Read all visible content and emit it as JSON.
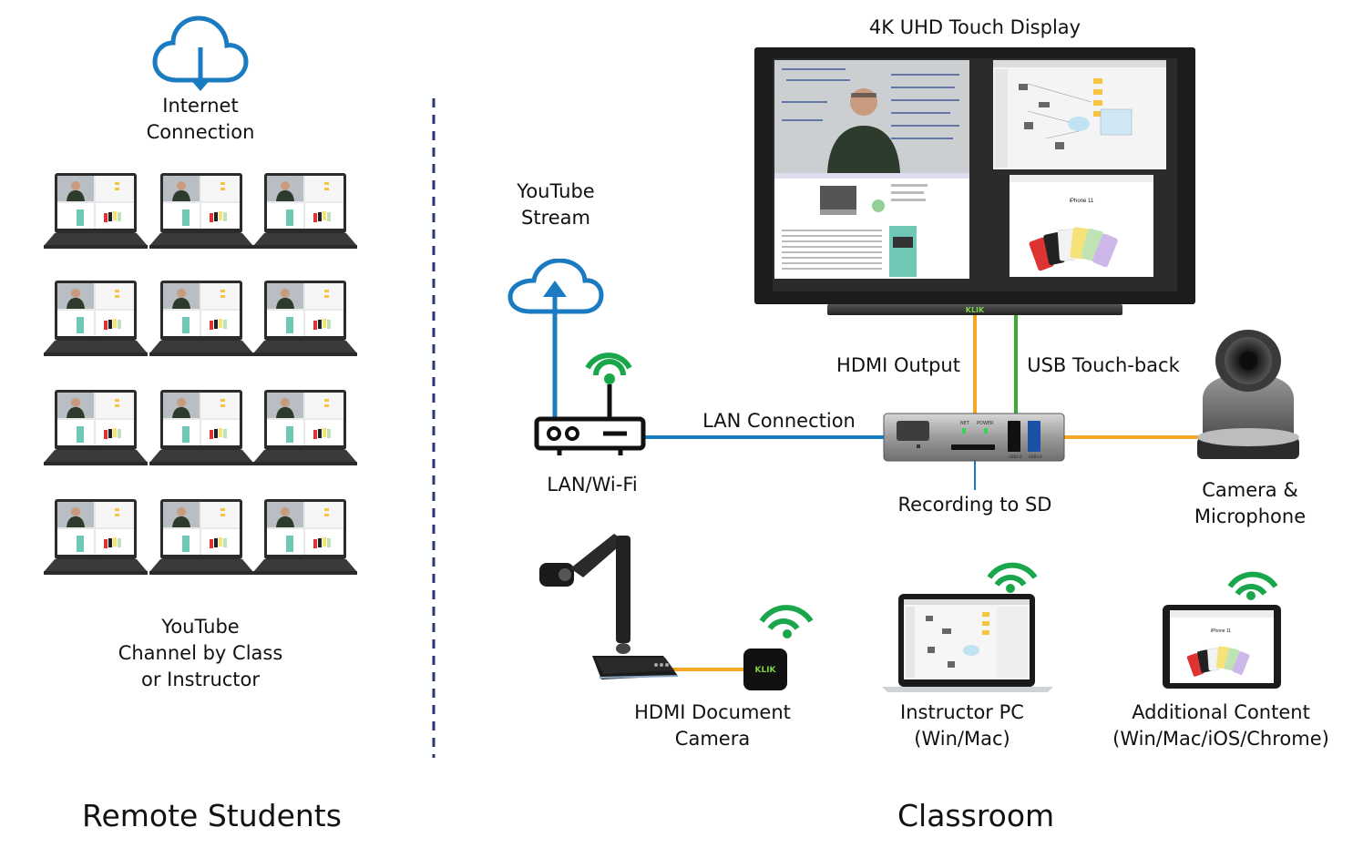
{
  "sections": {
    "remote": "Remote Students",
    "classroom": "Classroom"
  },
  "labels": {
    "internet": "Internet\nConnection",
    "youtube_channel": "YouTube\nChannel by Class\nor Instructor",
    "youtube_stream": "YouTube\nStream",
    "lan_wifi": "LAN/Wi-Fi",
    "lan_connection": "LAN Connection",
    "display": "4K UHD Touch Display",
    "hdmi_output": "HDMI Output",
    "usb_touchback": "USB Touch-back",
    "recording_sd": "Recording to SD",
    "camera_mic": "Camera &\nMicrophone",
    "doc_camera": "HDMI Document\nCamera",
    "instructor_pc": "Instructor PC\n(Win/Mac)",
    "additional_content": "Additional Content\n(Win/Mac/iOS/Chrome)"
  },
  "device_text": {
    "klik": "KLIK",
    "net": "NET",
    "power": "POWER",
    "usb2": "USB2.0",
    "usb3": "USB3.0",
    "iphone_title": "iPhone 11"
  },
  "colors": {
    "cloud_blue": "#1a7bc1",
    "lan_blue": "#1a7bc1",
    "hdmi_orange": "#f5a623",
    "usb_green": "#3aaa35",
    "wifi_green": "#1aa64a",
    "divider_navy": "#2a3577"
  },
  "laptop_grid": {
    "rows": 4,
    "cols": 3
  }
}
